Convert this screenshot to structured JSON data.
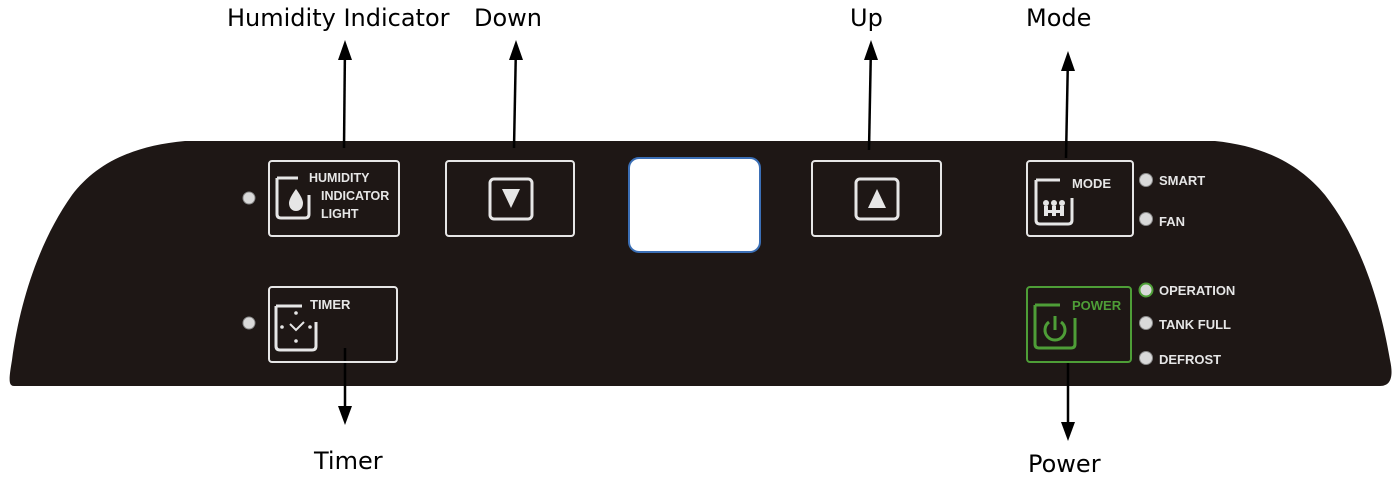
{
  "callouts": {
    "humidity": "Humidity Indicator",
    "down": "Down",
    "up": "Up",
    "mode": "Mode",
    "timer": "Timer",
    "power": "Power"
  },
  "buttons": {
    "humidity": [
      "HUMIDITY",
      "INDICATOR",
      "LIGHT"
    ],
    "timer": "TIMER",
    "mode": "MODE",
    "power": "POWER"
  },
  "indicators": {
    "smart": "SMART",
    "fan": "FAN",
    "operation": "OPERATION",
    "tank_full": "TANK FULL",
    "defrost": "DEFROST"
  },
  "colors": {
    "panel": "#1e1715",
    "power_accent": "#4e9e37",
    "display_border": "#3b6fb6"
  }
}
